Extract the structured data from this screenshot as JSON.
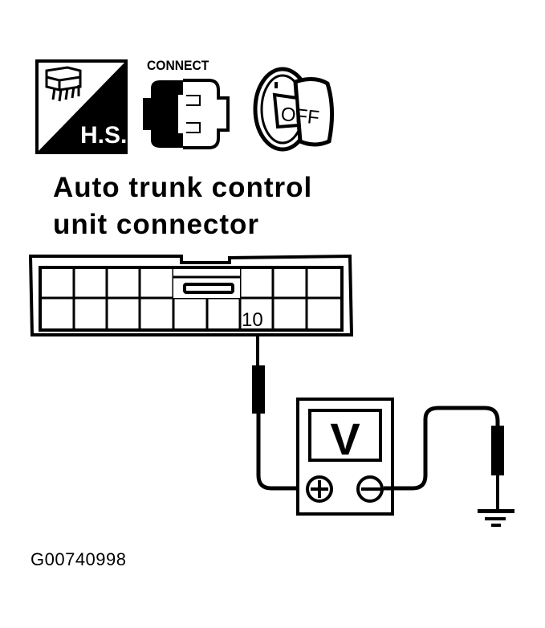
{
  "icons": {
    "harness_symbol": {
      "icon": "harness-connector-icon",
      "label": "H.S."
    },
    "connect_symbol": {
      "icon": "connect-plug-icon",
      "label": "CONNECT"
    },
    "ignition_symbol": {
      "icon": "ignition-key-icon",
      "label": "OFF"
    }
  },
  "title": {
    "line1": "Auto trunk control",
    "line2": "unit connector"
  },
  "connector": {
    "rows": 2,
    "columns": 9,
    "terminal_label": "10"
  },
  "meter": {
    "display": "V",
    "positive_terminal": "+",
    "negative_terminal": "−"
  },
  "ground": {
    "icon": "ground-icon"
  },
  "figure_id": "G00740998",
  "colors": {
    "ink": "#000000",
    "paper": "#ffffff"
  }
}
